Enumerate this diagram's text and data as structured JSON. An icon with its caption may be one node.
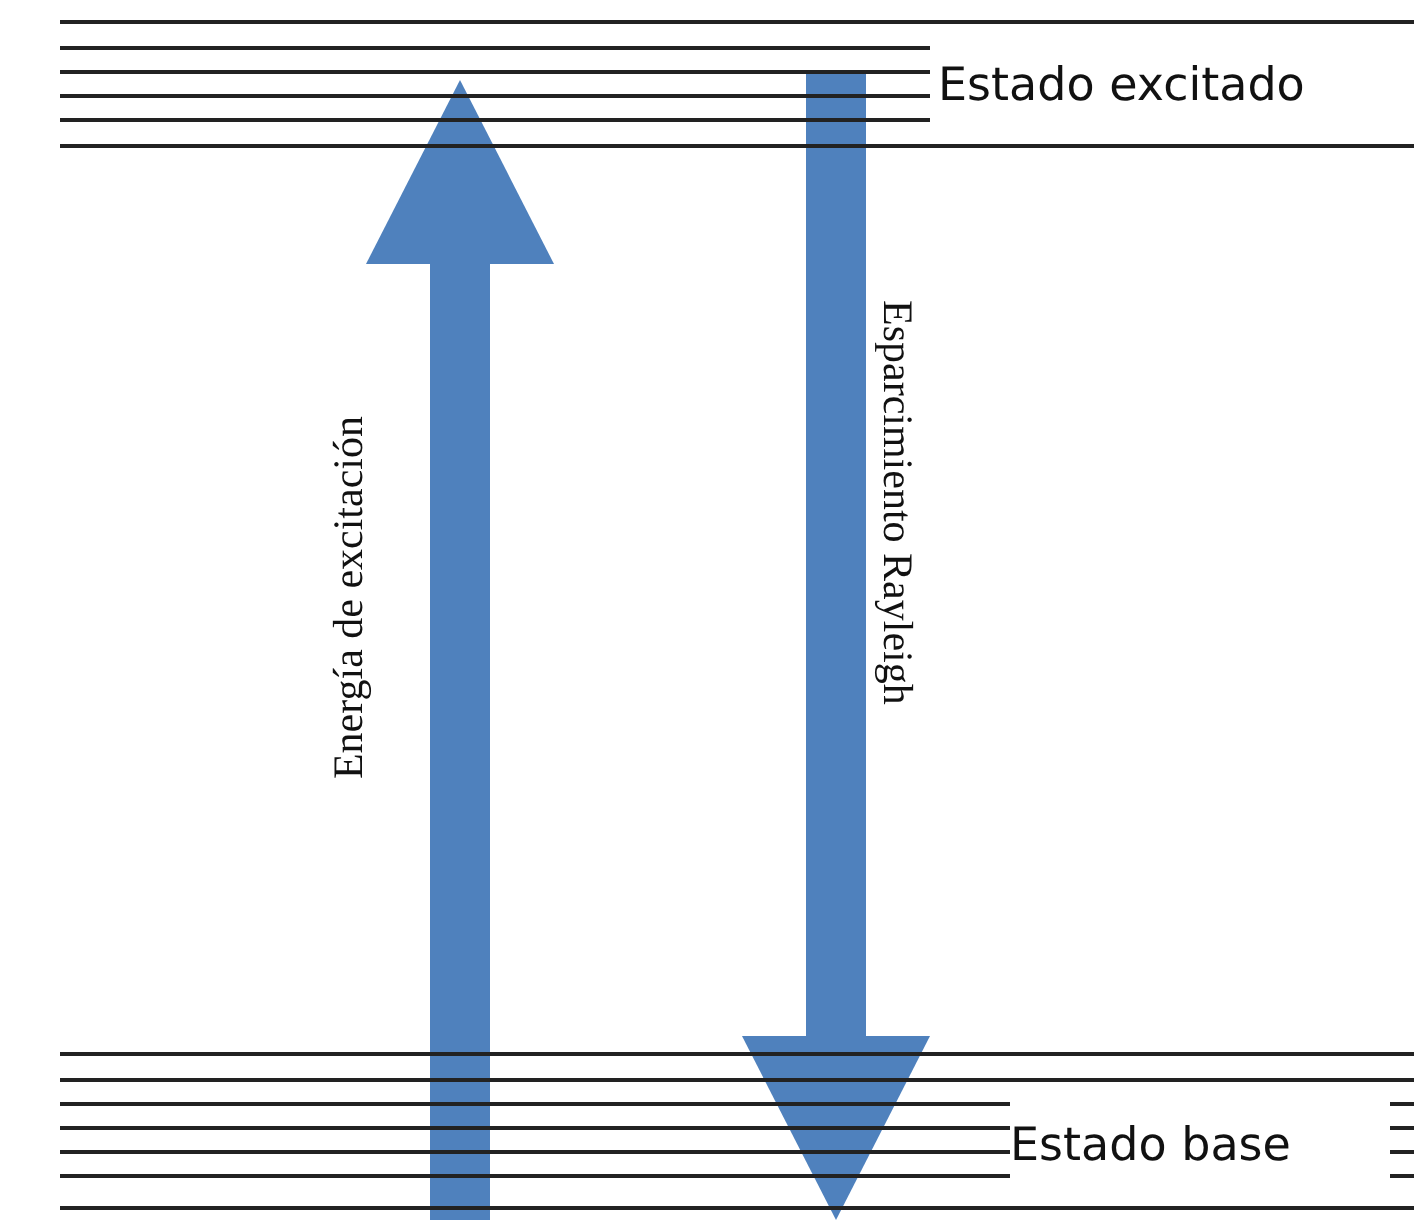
{
  "diagram": {
    "nodes": [
      {
        "text": [
          "Estado excitado"
        ]
      },
      {
        "text": [
          "Estado base"
        ]
      }
    ],
    "edges": [
      {
        "from": 1,
        "to": 0,
        "arrow": "to",
        "label": "Energía de excitación"
      },
      {
        "from": 0,
        "to": 1,
        "arrow": "to",
        "label": "Esparcimiento Rayleigh"
      }
    ]
  }
}
